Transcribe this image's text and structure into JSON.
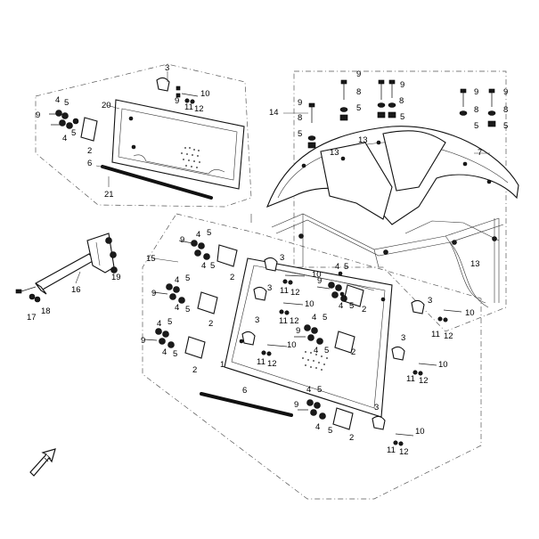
{
  "diagram": {
    "callouts": [
      "1",
      "2",
      "3",
      "4",
      "5",
      "6",
      "7",
      "8",
      "9",
      "10",
      "11",
      "12",
      "13",
      "14",
      "15",
      "16",
      "17",
      "18",
      "19",
      "20",
      "21"
    ],
    "front_arrow_icon": "front-direction-arrow-icon"
  }
}
